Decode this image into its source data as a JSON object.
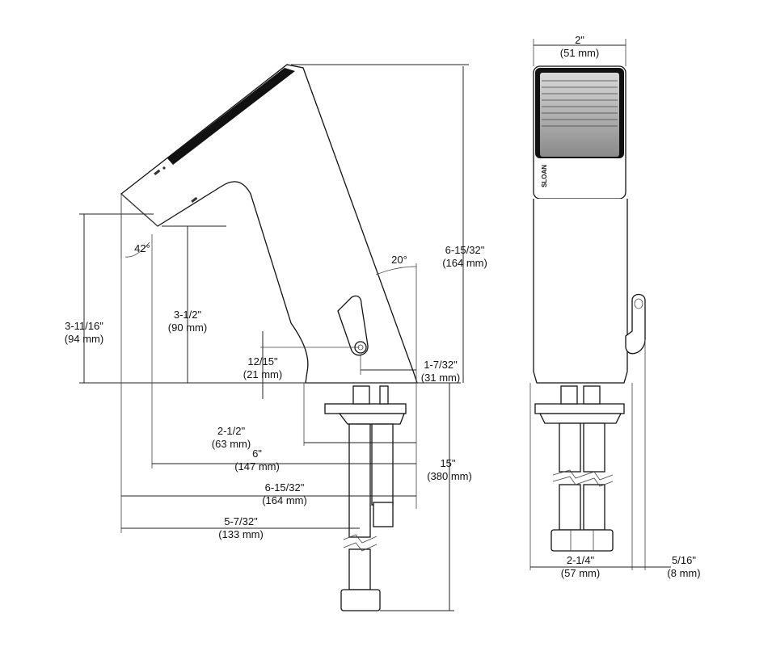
{
  "dimensions": {
    "top_width": {
      "imperial": "2\"",
      "metric": "(51 mm)"
    },
    "overall_height": {
      "imperial": "6-15/32\"",
      "metric": "(164 mm)"
    },
    "spout_height": {
      "imperial": "3-11/16\"",
      "metric": "(94 mm)"
    },
    "outlet_height": {
      "imperial": "3-1/2\"",
      "metric": "(90 mm)"
    },
    "spout_angle": {
      "imperial": "42°"
    },
    "body_angle": {
      "imperial": "20°"
    },
    "lever_height": {
      "imperial": "12/15\"",
      "metric": "(21 mm)"
    },
    "lever_offset": {
      "imperial": "1-7/32\"",
      "metric": "(31 mm)"
    },
    "base_width": {
      "imperial": "2-1/2\"",
      "metric": "(63 mm)"
    },
    "reach_a": {
      "imperial": "6\"",
      "metric": "(147 mm)"
    },
    "reach_b": {
      "imperial": "6-15/32\"",
      "metric": "(164 mm)"
    },
    "supply_offset": {
      "imperial": "5-7/32\"",
      "metric": "(133 mm)"
    },
    "supply_length": {
      "imperial": "15\"",
      "metric": "(380 mm)"
    },
    "base_depth": {
      "imperial": "2-1/4\"",
      "metric": "(57 mm)"
    },
    "lever_depth": {
      "imperial": "5/16\"",
      "metric": "(8 mm)"
    }
  },
  "logo_text": "SLOAN"
}
